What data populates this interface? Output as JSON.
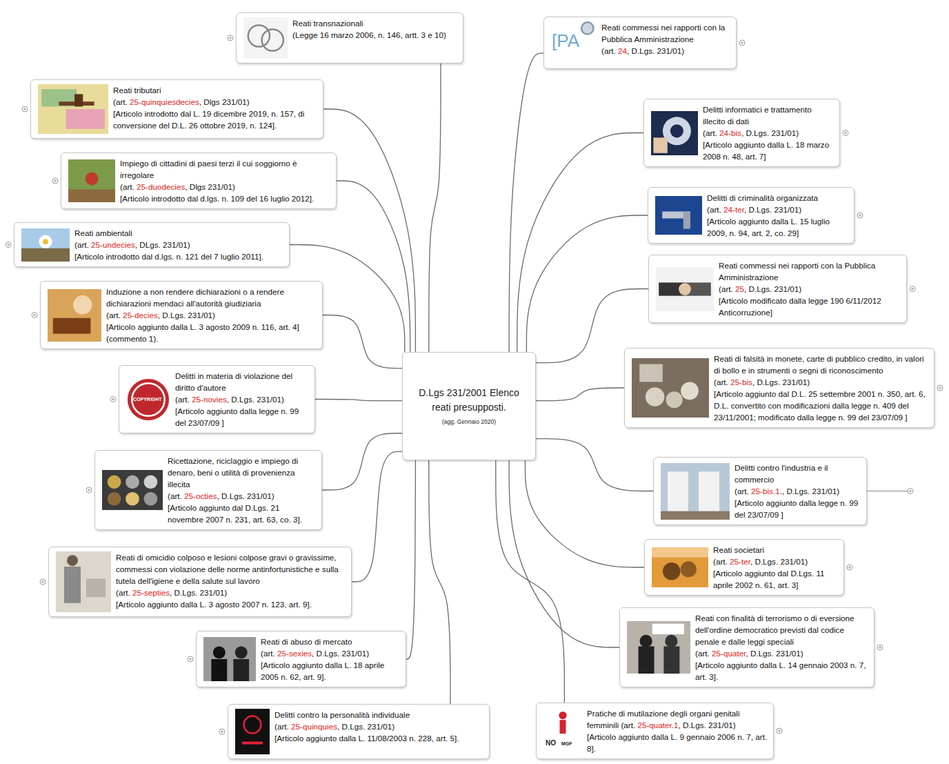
{
  "diagram": {
    "nodes": [
      {
        "text": [
          "D.Lgs 231/2001 Elenco reati presupposti.",
          "(agg. Gennaio 2020)"
        ]
      },
      {
        "text": [
          "Reati transnazionali",
          "(Legge 16 marzo 2006, n. 146, artt. 3 e 10)"
        ]
      },
      {
        "text": [
          "Reati tributari",
          "(art.",
          "25-quinquiesdecies",
          ", Dlgs 231/01)",
          "[Articolo introdotto dal L. 19 dicembre 2019, n. 157, di conversione del D.L. 26 ottobre 2019, n. 124]."
        ]
      },
      {
        "text": [
          "Impiego di cittadini di paesi terzi il cui soggiorno è irregolare",
          "(art.",
          "25-duodecies",
          ", Dlgs 231/01)",
          "[Articolo introdotto dal d.lgs. n. 109 del 16 luglio 2012]."
        ]
      },
      {
        "text": [
          "Reati ambientali",
          "(art.",
          "25-undecies",
          ", DLgs. 231/01)",
          "[Articolo introdotto dal d.lgs. n. 121 del 7 luglio 2011]."
        ]
      },
      {
        "text": [
          "Induzione a non rendere dichiarazioni o a rendere dichiarazioni mendaci all'autorità giudiziaria",
          "(art.",
          "25-decies",
          ", D.Lgs. 231/01)",
          "[Articolo aggiunto dalla L. 3 agosto 2009 n. 116, art. 4]",
          "(commento 1)."
        ]
      },
      {
        "text": [
          "Delitti in materia di violazione del diritto d'autore",
          "(art.",
          "25-novies",
          ", D.Lgs. 231/01)",
          "[Articolo aggiunto dalla legge n. 99 del 23/07/09 ]"
        ]
      },
      {
        "text": [
          "Ricettazione, riciclaggio e impiego di denaro, beni o utilità di provenienza illecita",
          "(art.",
          "25-octies",
          ", D.Lgs. 231/01)",
          "[Articolo aggiunto dal D.Lgs. 21 novembre 2007 n. 231, art. 63, co. 3]."
        ]
      },
      {
        "text": [
          "Reati di omicidio colposo e lesioni colpose gravi o gravissime, commessi con violazione delle norme antinfortunistiche e sulla tutela dell'igiene e della salute sul lavoro",
          "(art.",
          "25-septies",
          ", D.Lgs. 231/01)",
          "[Articolo aggiunto dalla L. 3 agosto 2007 n. 123, art. 9]."
        ]
      },
      {
        "text": [
          "Reati di abuso di mercato",
          "(art.",
          "25-sexies",
          ", D.Lgs. 231/01)",
          "[Articolo aggiunto dalla L. 18 aprile 2005 n. 62, art. 9]."
        ]
      },
      {
        "text": [
          "Delitti contro la personalità individuale",
          "(art.",
          "25-quinquies",
          ", D.Lgs. 231/01)",
          "[Articolo aggiunto dalla L. 11/08/2003 n. 228, art. 5]."
        ]
      },
      {
        "text": [
          "Reati commessi nei rapporti con la Pubblica Amministrazione",
          "(art.",
          "24",
          ", D.Lgs. 231/01)"
        ]
      },
      {
        "text": [
          "Delitti informatici e trattamento illecito di dati",
          "(art.",
          "24-bis",
          ", D.Lgs. 231/01)",
          "[Articolo aggiunto dalla L. 18 marzo 2008 n. 48, art. 7]"
        ]
      },
      {
        "text": [
          "Delitti di criminalità organizzata",
          "(art.",
          "24-ter",
          ", D.Lgs. 231/01)",
          "[Articolo aggiunto dalla L. 15 luglio 2009, n. 94, art. 2, co. 29]"
        ]
      },
      {
        "text": [
          "Reati commessi nei rapporti con la Pubblica Amministrazione",
          "(art.",
          "25",
          ", D.Lgs. 231/01)",
          "[Articolo modificato dalla legge 190 6/11/2012 Anticorruzione]"
        ]
      },
      {
        "text": [
          "Reati di falsità in monete, carte di pubblico credito, in valori di bollo e in strumenti o segni di riconoscimento",
          "(art.",
          "25-bis",
          ", D.Lgs. 231/01)",
          "[Articolo aggiunto dal D.L. 25 settembre 2001 n. 350, art. 6, D.L. convertito con modificazioni dalla legge n. 409 del 23/11/2001; modificato dalla legge n. 99 del 23/07/09 ]"
        ]
      },
      {
        "text": [
          "Delitti contro l'industria e il commercio",
          "(art.",
          "25-bis.1",
          "., D.Lgs. 231/01)",
          "[Articolo aggiunto dalla legge n. 99 del 23/07/09 ]"
        ]
      },
      {
        "text": [
          "Reati societari",
          "(art.",
          "25-ter",
          ", D.Lgs. 231/01)",
          "[Articolo aggiunto dal D.Lgs. 11 aprile 2002 n. 61, art. 3]"
        ]
      },
      {
        "text": [
          "Reati con finalità di terrorismo o di eversione dell'ordine democratico previsti dal codice penale e dalle leggi speciali",
          "(art.",
          "25-quater",
          ", D.Lgs. 231/01)",
          "[Articolo aggiunto dalla L. 14 gennaio 2003 n. 7, art. 3]."
        ]
      },
      {
        "text": [
          "Pratiche di mutilazione degli organi genitali femminili",
          "(art.",
          "25-quater.1",
          ", D.Lgs. 231/01)",
          "[Articolo aggiunto dalla L. 9 gennaio 2006 n. 7, art. 8]."
        ]
      }
    ],
    "edges": [
      {
        "from": 0,
        "to": 1,
        "arrow": "none"
      },
      {
        "from": 0,
        "to": 2,
        "arrow": "none"
      },
      {
        "from": 0,
        "to": 3,
        "arrow": "none"
      },
      {
        "from": 0,
        "to": 4,
        "arrow": "none"
      },
      {
        "from": 0,
        "to": 5,
        "arrow": "none"
      },
      {
        "from": 0,
        "to": 6,
        "arrow": "none"
      },
      {
        "from": 0,
        "to": 7,
        "arrow": "none"
      },
      {
        "from": 0,
        "to": 8,
        "arrow": "none"
      },
      {
        "from": 0,
        "to": 9,
        "arrow": "none"
      },
      {
        "from": 0,
        "to": 10,
        "arrow": "none"
      },
      {
        "from": 0,
        "to": 11,
        "arrow": "none"
      },
      {
        "from": 0,
        "to": 12,
        "arrow": "none"
      },
      {
        "from": 0,
        "to": 13,
        "arrow": "none"
      },
      {
        "from": 0,
        "to": 14,
        "arrow": "none"
      },
      {
        "from": 0,
        "to": 15,
        "arrow": "none"
      },
      {
        "from": 0,
        "to": 16,
        "arrow": "none"
      },
      {
        "from": 0,
        "to": 17,
        "arrow": "none"
      },
      {
        "from": 0,
        "to": 18,
        "arrow": "none"
      },
      {
        "from": 0,
        "to": 19,
        "arrow": "none"
      }
    ],
    "labels": [
      "[PA",
      "COPYRIGHT",
      "NO",
      "MGF"
    ]
  }
}
